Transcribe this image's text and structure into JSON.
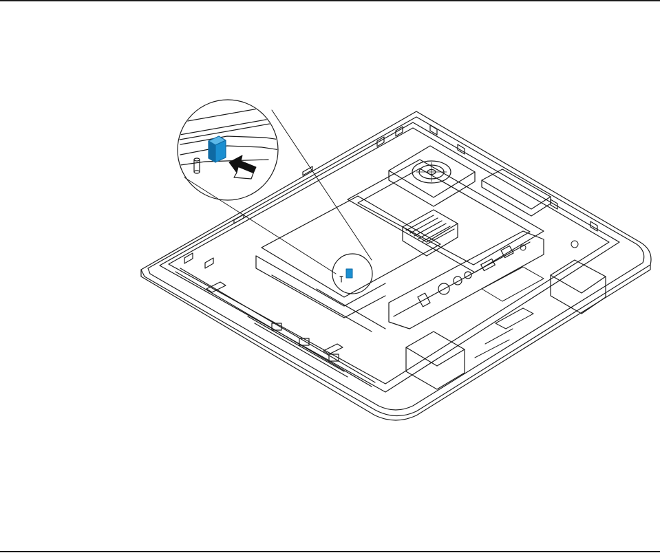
{
  "diagram": {
    "kind": "exploded-hardware-illustration",
    "subject": "all-in-one-chassis-rear-view",
    "callout": "magnified-detail-circle",
    "highlight_part": "blue-tab",
    "pointer": "arrow-icon"
  },
  "colors": {
    "line": "#1a1a1a",
    "highlight": "#1b8fd1",
    "highlight_dark": "#0f6aa3",
    "background": "#ffffff",
    "arrow_fill": "#111111"
  }
}
